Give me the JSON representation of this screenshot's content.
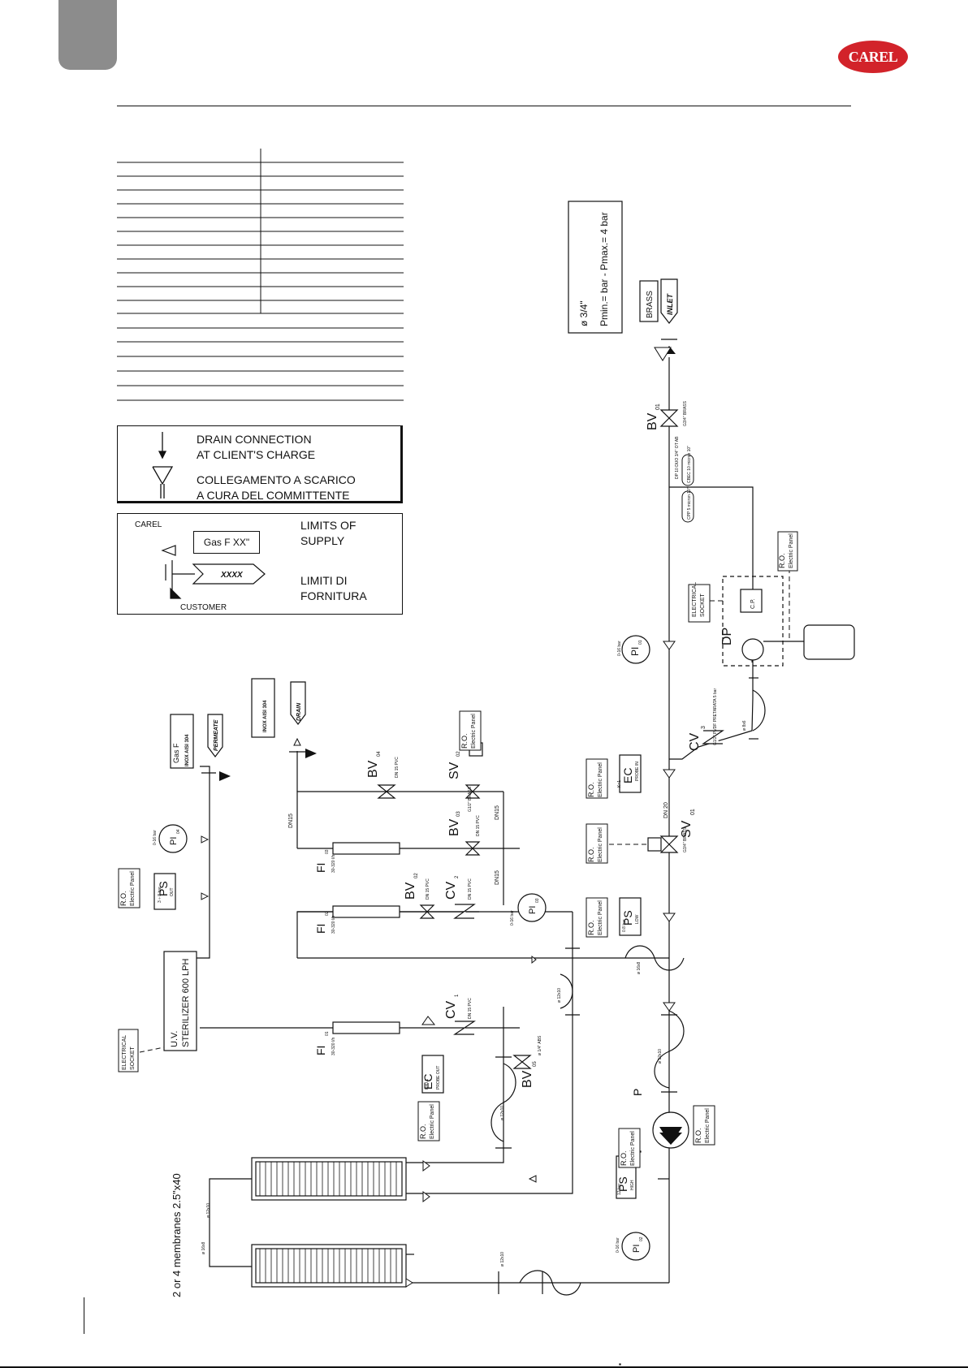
{
  "brand": {
    "logo_text": "CAREL",
    "color": "#d2232a"
  },
  "legend_drain": {
    "line1": "DRAIN CONNECTION",
    "line2": "AT CLIENT'S CHARGE",
    "line3": "COLLEGAMENTO A SCARICO",
    "line4": "A CURA DEL COMMITTENTE"
  },
  "legend_limits": {
    "carel": "CAREL",
    "customer": "CUSTOMER",
    "gas_label": "Gas F XX\"",
    "arrow_label": "XXXX",
    "en1": "LIMITS OF",
    "en2": "SUPPLY",
    "it1": "LIMITI DI",
    "it2": "FORNITURA"
  },
  "inlet": {
    "size": "ø 3/4\"",
    "pressure": "Pmin.=      bar  -  Pmax.= 4  bar",
    "material": "BRASS",
    "tag": "INLET"
  },
  "permeate": {
    "gas": "Gas F",
    "material": "INOX AISI 304",
    "tag": "PERMEATE"
  },
  "drain": {
    "material": "INOX AISI 304",
    "tag": "DRAIN"
  },
  "components": {
    "bv01": {
      "tag": "BV",
      "sub": "01",
      "note": "G3/4\" BRASS"
    },
    "bv02": {
      "tag": "BV",
      "sub": "02",
      "note": "DN 15 PVC"
    },
    "bv03": {
      "tag": "BV",
      "sub": "03",
      "note": "DN 15 PVC"
    },
    "bv04": {
      "tag": "BV",
      "sub": "04",
      "note": "DN 15 PVC"
    },
    "bv05": {
      "tag": "BV",
      "sub": "05",
      "note": "ø 1/4\" ABS"
    },
    "sv01": {
      "tag": "SV",
      "sub": "01",
      "note": "G3/4\" BRASS"
    },
    "sv02": {
      "tag": "SV",
      "sub": "02",
      "note": "G1/2\" BRASS"
    },
    "cv1": {
      "tag": "CV",
      "sub": "1",
      "note": "DN 15 PVC"
    },
    "cv2": {
      "tag": "CV",
      "sub": "2",
      "note": "DN 15 PVC"
    },
    "cv3": {
      "tag": "CV",
      "sub": "3",
      "note": "G1/2\" PVDF PRETARATA 5 bar"
    },
    "fi01": {
      "tag": "FI",
      "sub": "01",
      "note": "30-320 l/h"
    },
    "fi02": {
      "tag": "FI",
      "sub": "02",
      "note": "30-320 l/h"
    },
    "fi03": {
      "tag": "FI",
      "sub": "03",
      "note": "30-320 l/h"
    },
    "pi01": {
      "tag": "PI",
      "sub": "01",
      "note": "0-16 bar"
    },
    "pi02": {
      "tag": "PI",
      "sub": "02",
      "note": "0-16 bar"
    },
    "pi03": {
      "tag": "PI",
      "sub": "03",
      "note": "0-16 bar"
    },
    "pi04": {
      "tag": "PI",
      "sub": "04",
      "note": "0-16 bar"
    },
    "ps_out": {
      "tag": "PS",
      "sub": "OUT",
      "note": "3 ÷ 8 bar"
    },
    "ps_low": {
      "tag": "PS",
      "sub": "LOW",
      "note": "0.8 bar"
    },
    "ps_high": {
      "tag": "PS",
      "sub": "HIGH",
      "note": "12 bar"
    },
    "ec_in": {
      "tag": "EC",
      "sub": "PROBE IN",
      "note": "K=1"
    },
    "ec_out": {
      "tag": "EC",
      "sub": "PROBE OUT",
      "note": "K=0.1"
    },
    "pump": {
      "tag": "P"
    },
    "dp": {
      "tag": "DP",
      "cp": "C.P."
    },
    "filters": {
      "f1": "CBEC 10 micron 10\"",
      "f2": "CPP 5 micron 10\"",
      "housing": "DP 10 DUO 3/4\" OT AB"
    },
    "uv": {
      "line1": "U.V.",
      "line2": "STERILIZER 600 LPH"
    },
    "membranes": "2 or 4 membranes 2.5\"x40",
    "socket": {
      "line1": "ELECTRICAL",
      "line2": "SOCKET"
    },
    "panel": {
      "line1": "R.O.",
      "line2": "Electric Panel"
    },
    "pipes": {
      "dn15": "DN15",
      "dn20": "DN 20",
      "d12": "ø 12x10",
      "d16": "ø 16x8",
      "d8": "ø 8x6"
    }
  }
}
